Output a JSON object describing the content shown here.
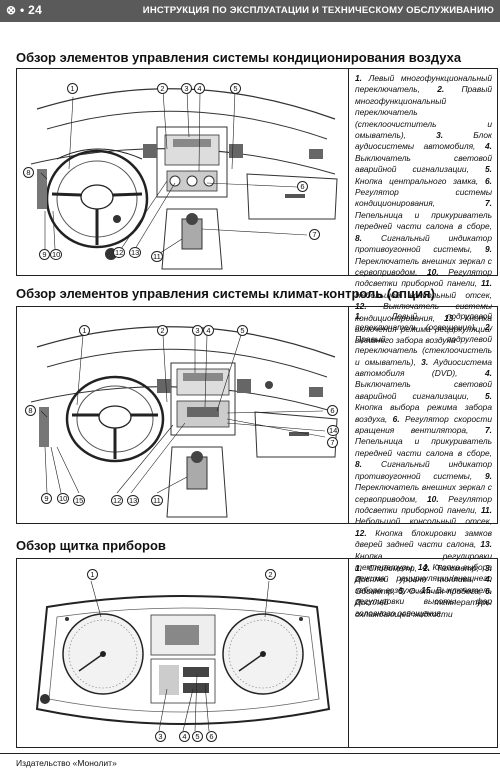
{
  "header": {
    "page_number": "24",
    "title": "ИНСТРУКЦИЯ ПО ЭКСПЛУАТАЦИИ И ТЕХНИЧЕСКОМУ ОБСЛУЖИВАНИЮ"
  },
  "sections": [
    {
      "title": "Обзор элементов управления системы кондиционирования воздуха",
      "items": [
        {
          "n": "1.",
          "t": "Левый многофункциональный переключатель,"
        },
        {
          "n": "2.",
          "t": "Правый многофункциональный переключатель (стеклоочиститель и омыватель),"
        },
        {
          "n": "3.",
          "t": "Блок аудиосистемы автомобиля,"
        },
        {
          "n": "4.",
          "t": "Выключатель световой аварийной сигнализации,"
        },
        {
          "n": "5.",
          "t": "Кнопка центрального замка,"
        },
        {
          "n": "6.",
          "t": "Регулятор системы кондиционирования,"
        },
        {
          "n": "7.",
          "t": "Пепельница и прикуриватель передней части салона в сборе,"
        },
        {
          "n": "8.",
          "t": "Сигнальный индикатор противоугонной системы,"
        },
        {
          "n": "9.",
          "t": "Переключатель внешних зеркал с сервоприводом,"
        },
        {
          "n": "10.",
          "t": "Регулятор подсветки приборной панели,"
        },
        {
          "n": "11.",
          "t": "Небольшой консольный отсек,"
        },
        {
          "n": "12.",
          "t": "Выключатель системы кондиционирования,"
        },
        {
          "n": "13.",
          "t": "Кнопка включения режима рециркуляции/внешнего забора воздуха"
        }
      ],
      "callouts": [
        "1",
        "2",
        "3",
        "4",
        "5",
        "6",
        "7",
        "8",
        "9",
        "10",
        "11",
        "12",
        "13"
      ]
    },
    {
      "title": "Обзор элементов управления системы климат-контроль (опция)",
      "items": [
        {
          "n": "1.",
          "t": "Левый подрулевой переключатель (освещение),"
        },
        {
          "n": "2.",
          "t": "Правый подрулевой переключатель (стеклоочистель и омыватель),"
        },
        {
          "n": "3.",
          "t": "Аудиосистема автомобиля (DVD),"
        },
        {
          "n": "4.",
          "t": "Выключатель световой аварийной сигнализации,"
        },
        {
          "n": "5.",
          "t": "Кнопка выбора режима забора воздуха,"
        },
        {
          "n": "6.",
          "t": "Регулятор скорости вращения вентилятора,"
        },
        {
          "n": "7.",
          "t": "Пепельница и прикуриватель передней части салона в сборе,"
        },
        {
          "n": "8.",
          "t": "Сигнальный индикатор противоугонной системы,"
        },
        {
          "n": "9.",
          "t": "Переключатель внешних зеркал с сервоприводом,"
        },
        {
          "n": "10.",
          "t": "Регулятор подсветки приборной панели,"
        },
        {
          "n": "11.",
          "t": "Небольшой консольный отсек,"
        },
        {
          "n": "12.",
          "t": "Кнопка блокировки замков дверей задней части салона,"
        },
        {
          "n": "13.",
          "t": "Кнопка регулировки температуры,"
        },
        {
          "n": "14.",
          "t": "Кнопка выбора режима рециркуляции/внешнего забора воздуха,"
        },
        {
          "n": "15.",
          "t": "Выключатель регулировки высоты фар головного освещения"
        }
      ],
      "callouts": [
        "1",
        "2",
        "3",
        "4",
        "5",
        "6",
        "7",
        "8",
        "9",
        "10",
        "11",
        "12",
        "13",
        "14",
        "15"
      ]
    },
    {
      "title": "Обзор щитка приборов",
      "items": [
        {
          "n": "1.",
          "t": "Спидометр,"
        },
        {
          "n": "2.",
          "t": "Тахометр,"
        },
        {
          "n": "3.",
          "t": "Дисплей уровня топлива,"
        },
        {
          "n": "4.",
          "t": "Одометр,"
        },
        {
          "n": "5.",
          "t": "Счетчик пробега,"
        },
        {
          "n": "6.",
          "t": "Дисплей температуры охлаждающей жидкости"
        }
      ],
      "callouts": [
        "1",
        "2",
        "3",
        "4",
        "5",
        "6"
      ]
    }
  ],
  "footer": {
    "publisher": "Издательство «Монолит»"
  }
}
